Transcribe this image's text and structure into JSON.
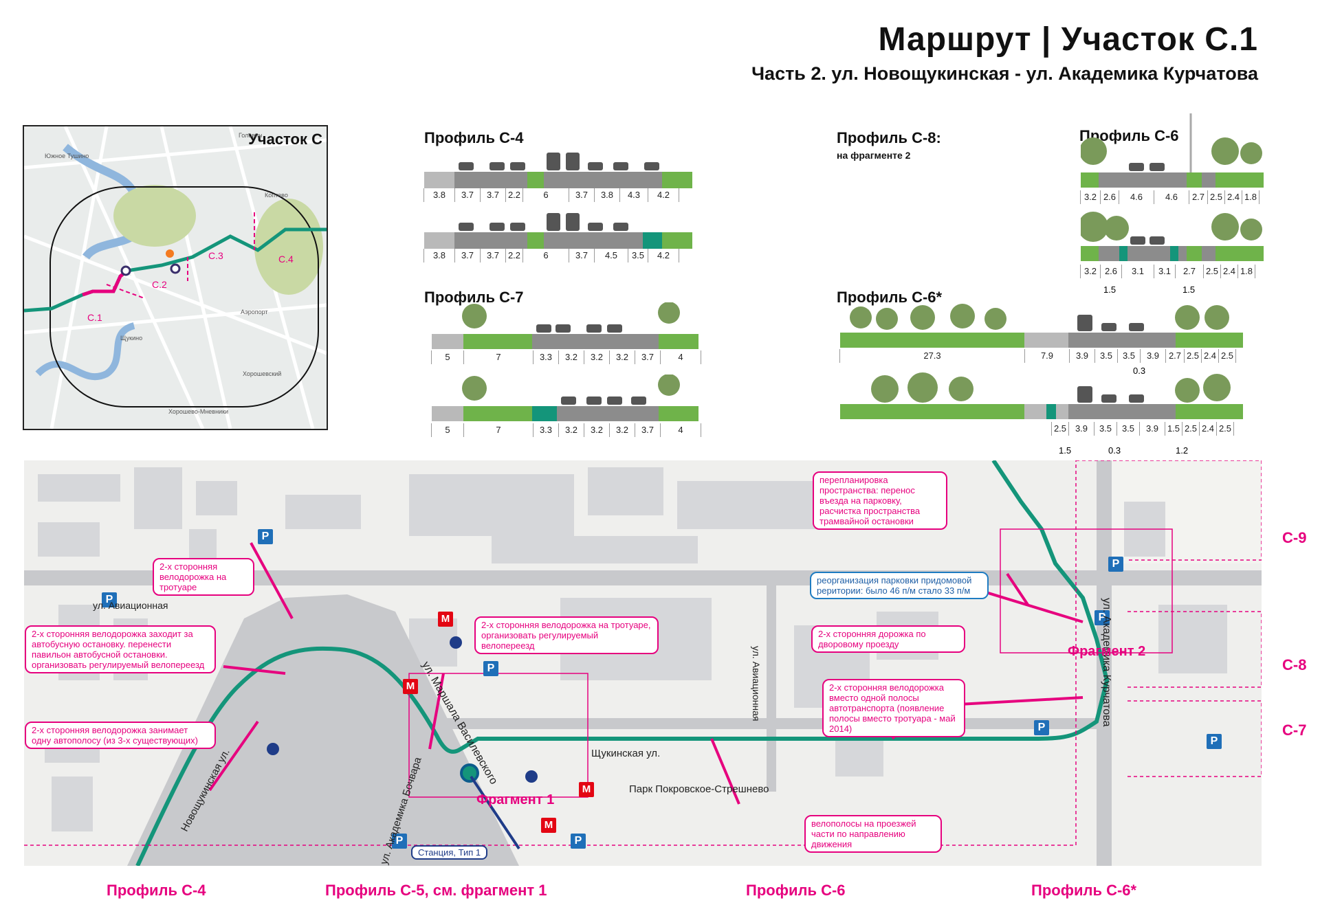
{
  "header": {
    "title": "Маршрут | Участок С.1",
    "subtitle": "Часть 2. ул. Новощукинская - ул. Академика Курчатова"
  },
  "inset": {
    "title": "Участок С",
    "labels": {
      "c1": "С.1",
      "c2": "С.2",
      "c3": "С.3",
      "c4": "С.4"
    },
    "places": [
      "Головин",
      "Южное Тушино",
      "Щукино",
      "Аэропорт",
      "Хорошевский",
      "Хорошево-Мневники",
      "Коптево"
    ]
  },
  "profiles": {
    "c4": {
      "title": "Профиль С-4",
      "row1": [
        "3.8",
        "3.7",
        "3.7",
        "2.2",
        "6",
        "3.7",
        "3.8",
        "4.3",
        "4.2"
      ],
      "row2": [
        "3.8",
        "3.7",
        "3.7",
        "2.2",
        "6",
        "3.7",
        "4.5",
        "3.5",
        "4.2"
      ]
    },
    "c7": {
      "title": "Профиль С-7",
      "row1": [
        "5",
        "7",
        "3.3",
        "3.2",
        "3.2",
        "3.2",
        "3.7",
        "4"
      ],
      "row2": [
        "5",
        "7",
        "3.3",
        "3.2",
        "3.2",
        "3.2",
        "3.7",
        "4"
      ]
    },
    "c8": {
      "title": "Профиль С-8:",
      "note": "на фрагменте 2"
    },
    "c6": {
      "title": "Профиль С-6",
      "row1": [
        "3.2",
        "2.6",
        "4.6",
        "4.6",
        "2.7",
        "2.5",
        "2.4",
        "1.8"
      ],
      "row2": [
        "3.2",
        "2.6",
        "3.1",
        "3.1",
        "2.7",
        "2.5",
        "2.4",
        "1.8"
      ],
      "row2_sub": [
        "1.5",
        "1.5"
      ]
    },
    "c6s": {
      "title": "Профиль С-6*",
      "row1": [
        "27.3",
        "7.9",
        "3.9",
        "3.5",
        "3.5",
        "3.9",
        "2.7",
        "2.5",
        "2.4",
        "2.5"
      ],
      "row1_sub": [
        "0.3"
      ],
      "row2": [
        "2.5",
        "3.9",
        "3.5",
        "3.5",
        "3.9",
        "1.5",
        "2.5",
        "2.4",
        "2.5"
      ],
      "row2_sub": [
        "1.5",
        "0.3",
        "1.2"
      ]
    }
  },
  "map": {
    "streets": {
      "aviation": "ул. Авиационная",
      "aviation_v": "ул. Авиационная",
      "novoshch": "Новощукинская ул.",
      "vasilevsky": "ул. Маршала Василевского",
      "bochvar": "ул. Академика Бочвара",
      "shchukinskaya": "Щукинская ул.",
      "kurchatov": "ул. Академика Курчатова",
      "park": "Парк Покровское-Стрешнево"
    },
    "fragments": {
      "f1": "Фрагмент 1",
      "f2": "Фрагмент 2"
    },
    "station": "Станция, Тип 1",
    "callouts": {
      "a": "2-х сторонняя велодорожка на тротуаре",
      "b": "2-х сторонняя велодорожка заходит за автобусную остановку. перенести павильон автобусной остановки. организовать регулируемый велопереезд",
      "c": "2-х сторонняя велодорожка занимает одну автополосу (из 3-х существующих)",
      "d": "2-х сторонняя велодорожка на тротуаре, организовать регулируемый велопереезд",
      "e": "перепланировка пространства: перенос въезда на парковку, расчистка пространства трамвайной остановки",
      "f": "реорганизация парковки придомовой реритории: было 46 п/м стало 33 п/м",
      "g": "2-х сторонняя дорожка по дворовому проезду",
      "h": "2-х сторонняя велодорожка вместо одной полосы автотранспорта (появление полосы вместо тротуара - май 2014)",
      "i": "велополосы на проезжей части по направлению движения"
    },
    "profile_labels": {
      "p4": "Профиль С-4",
      "p5": "Профиль С-5, см. фрагмент 1",
      "p6": "Профиль С-6",
      "p6s": "Профиль С-6*"
    },
    "side_labels": {
      "c9": "С-9",
      "c8": "С-8",
      "c7": "С-7"
    },
    "icons": {
      "parking": "P",
      "metro": "M"
    }
  },
  "colors": {
    "route": "#14957a",
    "accent": "#e6007e",
    "blue": "#1f6fb8",
    "green": "#6fb34a"
  }
}
